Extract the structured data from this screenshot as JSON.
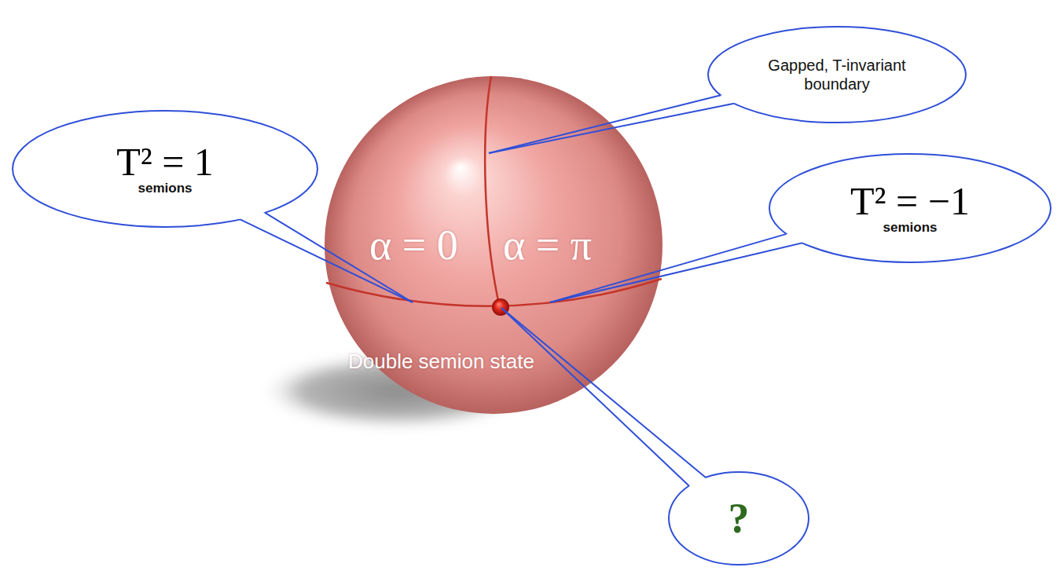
{
  "diagram": {
    "nodes": [
      {
        "text": [
          "Gapped, T-invariant boundary"
        ]
      },
      {
        "text": [
          "T² = 1",
          "semions"
        ]
      },
      {
        "text": [
          "T² = −1",
          "semions"
        ]
      },
      {
        "text": [
          "?"
        ]
      }
    ],
    "labels": [
      "α = 0",
      "α = π",
      "Double semion state"
    ]
  }
}
